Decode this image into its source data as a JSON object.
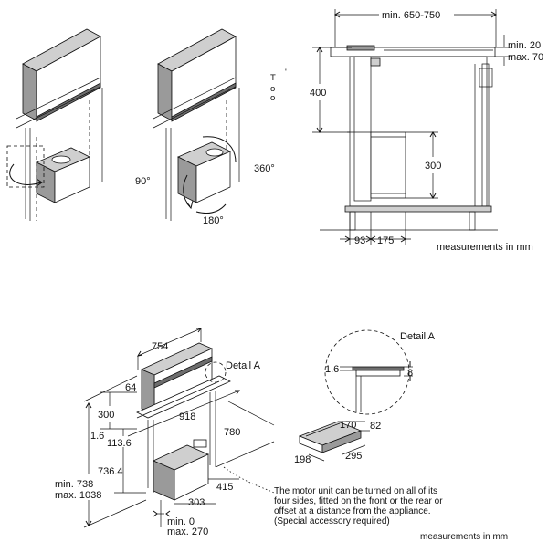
{
  "top_right": {
    "width_label": "min. 650-750",
    "gap_min_label": "min. 20",
    "gap_max_label": "max. 70",
    "height_400": "400",
    "height_300": "300",
    "dim_93": "93",
    "dim_175": "175",
    "units_note": "measurements in mm"
  },
  "top_left": {
    "angle_90": "90°",
    "angle_360": "360°",
    "angle_180": "180°"
  },
  "bottom": {
    "dim_754": "754",
    "detail_a_label": "Detail A",
    "dim_64": "64",
    "dim_918": "918",
    "dim_300": "300",
    "dim_1_6": "1.6",
    "dim_113_6": "113.6",
    "dim_780": "780",
    "dim_736_4": "736.4",
    "dim_min_738": "min. 738",
    "dim_max_1038": "max. 1038",
    "dim_415": "415",
    "dim_303": "303",
    "dim_min_0": "min. 0",
    "dim_max_270": "max. 270",
    "detail_title": "Detail A",
    "detail_1_6": "1.6",
    "detail_8": "8",
    "acc_170": "170",
    "acc_82": "82",
    "acc_198": "198",
    "acc_295": "295",
    "note_lines": [
      "The motor unit can be turned on all of its",
      "four sides, fitted on the front or the rear or",
      "offset at a distance from the appliance.",
      "(Special accessory required)"
    ],
    "units_note": "measurements in mm"
  }
}
